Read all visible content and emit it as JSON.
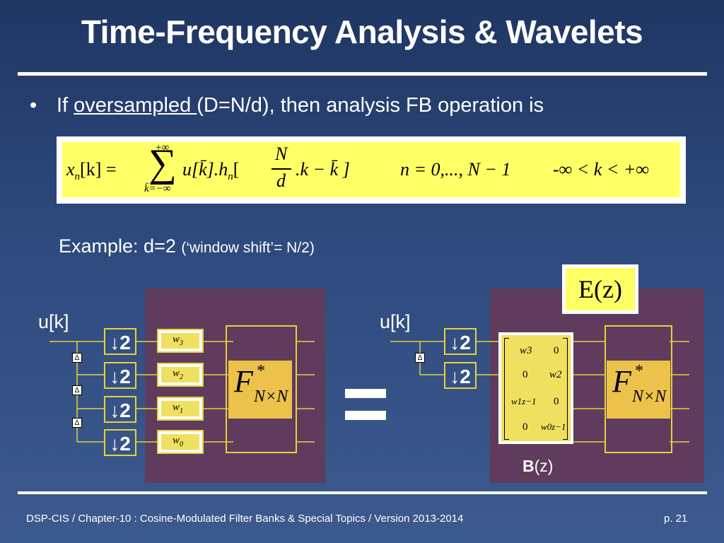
{
  "slide": {
    "title": "Time-Frequency Analysis & Wavelets",
    "bullet": {
      "marker": "•",
      "prefix": "If ",
      "underlined": "oversampled ",
      "suffix": "(D=N/d), then analysis FB operation is"
    },
    "formula": {
      "lhs": "x",
      "lhs_sub": "n",
      "lhs_arg": "[k] =",
      "sum_upper": "+∞",
      "sum_lower": "k̄=−∞",
      "sigma": "∑",
      "term1": "u[k̄].h",
      "term1_sub": "n",
      "frac_open": "[",
      "frac_num": "N",
      "frac_den": "d",
      "term2": ".k − k̄ ]",
      "range1": "n = 0,..., N − 1",
      "range2": "-∞ < k < +∞"
    },
    "example": {
      "main": "Example: d=2 ",
      "sub": "(‘window shift’= N/2)"
    },
    "diagram": {
      "left": {
        "input_label": "u[k]",
        "decimators": [
          "↓2",
          "↓2",
          "↓2",
          "↓2"
        ],
        "delays": [
          "Δ",
          "Δ",
          "Δ"
        ],
        "weights": [
          {
            "w": "w",
            "sub": "3"
          },
          {
            "w": "w",
            "sub": "2"
          },
          {
            "w": "w",
            "sub": "1"
          },
          {
            "w": "w",
            "sub": "0"
          }
        ],
        "transform": {
          "F": "F",
          "star": "*",
          "sub": "N×N"
        }
      },
      "equals": "=",
      "right": {
        "input_label": "u[k]",
        "decimators": [
          "↓2",
          "↓2"
        ],
        "delays": [
          "Δ"
        ],
        "E_label": "E(z)",
        "matrix": [
          [
            "w3",
            "0"
          ],
          [
            "0",
            "w2"
          ],
          [
            "w1z−1",
            "0"
          ],
          [
            "0",
            "w0z−1"
          ]
        ],
        "B_bold": "B",
        "B_rest": "(z)",
        "transform": {
          "F": "F",
          "star": "*",
          "sub": "N×N"
        }
      }
    },
    "footer": {
      "left": "DSP-CIS  /  Chapter-10 : Cosine-Modulated Filter Banks & Special Topics  /  Version 2013-2014",
      "page": "p. 21"
    }
  }
}
